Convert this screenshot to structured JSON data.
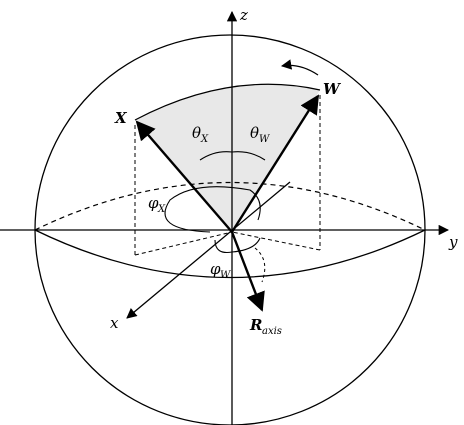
{
  "diagram": {
    "labels": {
      "z": "z",
      "y": "y",
      "x": "x",
      "W": "W",
      "X": "X",
      "R": "R",
      "R_sub": "axis",
      "theta_x": "θ",
      "theta_x_sub": "X",
      "theta_w": "θ",
      "theta_w_sub": "W",
      "phi_x": "φ",
      "phi_x_sub": "X",
      "phi_w": "φ",
      "phi_w_sub": "W"
    },
    "colors": {
      "line": "#000000",
      "shaded_region": "#e8e8e8",
      "background": "#ffffff"
    }
  }
}
